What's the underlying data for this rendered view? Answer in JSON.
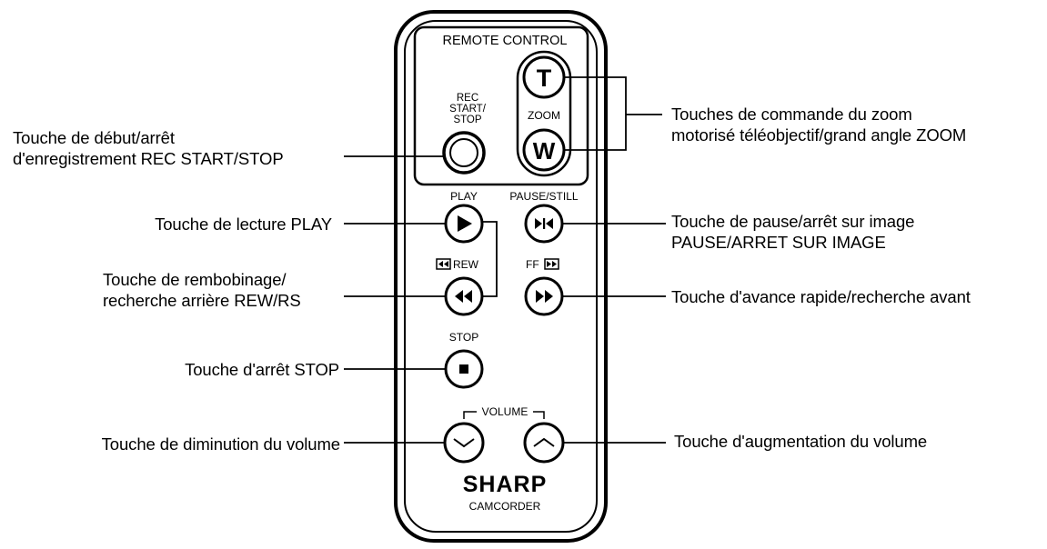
{
  "remote": {
    "title": "REMOTE CONTROL",
    "rec_label": [
      "REC",
      "START/",
      "STOP"
    ],
    "zoom_label": "ZOOM",
    "zoom_t": "T",
    "zoom_w": "W",
    "play_label": "PLAY",
    "pause_label": "PAUSE/STILL",
    "rew_label": "REW",
    "ff_label": "FF",
    "stop_label": "STOP",
    "volume_label": "VOLUME",
    "brand": "SHARP",
    "model": "CAMCORDER"
  },
  "callouts": {
    "rec": [
      "Touche de début/arrêt",
      "d'enregistrement REC START/STOP"
    ],
    "zoom": [
      "Touches de commande du zoom",
      "motorisé téléobjectif/grand angle ZOOM"
    ],
    "play": [
      "Touche de lecture PLAY"
    ],
    "pause": [
      "Touche de pause/arrêt sur image",
      "PAUSE/ARRET SUR IMAGE"
    ],
    "rew": [
      "Touche de rembobinage/",
      "recherche arrière REW/RS"
    ],
    "ff": [
      "Touche d'avance rapide/recherche avant"
    ],
    "stop": [
      "Touche d'arrêt STOP"
    ],
    "vol_down": [
      "Touche de diminution du volume"
    ],
    "vol_up": [
      "Touche d'augmentation du volume"
    ]
  }
}
